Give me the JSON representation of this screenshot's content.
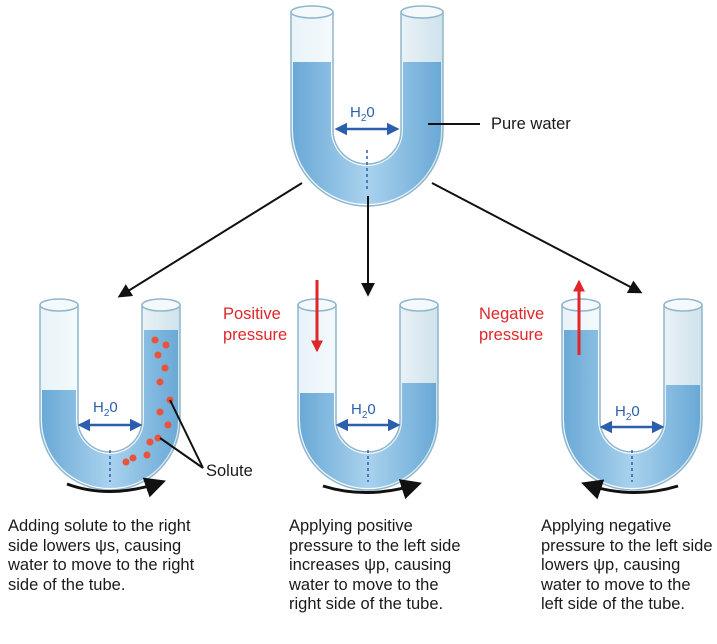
{
  "labels": {
    "pure_water": "Pure water",
    "solute": "Solute",
    "positive_pressure": "Positive\npressure",
    "negative_pressure": "Negative\npressure",
    "h2o_main": "H",
    "h2o_sub": "2",
    "h2o_tail": "0"
  },
  "captions": {
    "left": "Adding solute to the right side lowers ψs, causing water to move to the right side of the tube.",
    "middle": "Applying positive pressure to the left side increases ψp, causing water to move to the right side of the tube.",
    "right": "Applying negative pressure to the left side lowers ψp, causing water to move to the left side of the tube."
  },
  "colors": {
    "water": "#7fb8de",
    "tube": "#cfe4ef",
    "arrow_blue": "#2b5fad",
    "pressure_red": "#e0262a",
    "solute_dot": "#e8533a"
  }
}
